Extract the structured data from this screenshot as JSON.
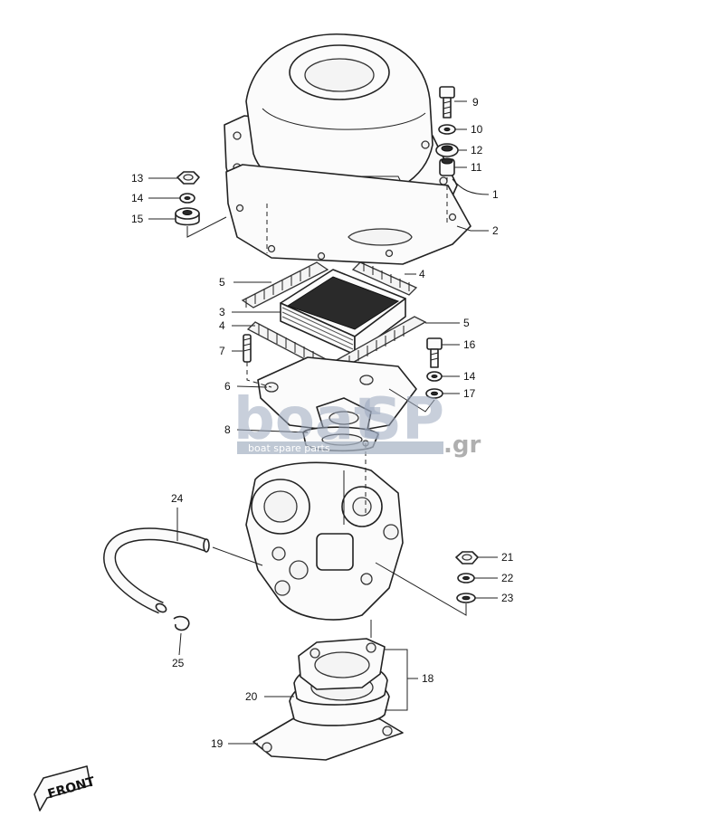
{
  "callouts": [
    {
      "id": "1",
      "label": "1"
    },
    {
      "id": "2",
      "label": "2"
    },
    {
      "id": "3",
      "label": "3"
    },
    {
      "id": "4a",
      "label": "4"
    },
    {
      "id": "4b",
      "label": "4"
    },
    {
      "id": "5a",
      "label": "5"
    },
    {
      "id": "5b",
      "label": "5"
    },
    {
      "id": "6",
      "label": "6"
    },
    {
      "id": "7",
      "label": "7"
    },
    {
      "id": "8",
      "label": "8"
    },
    {
      "id": "9",
      "label": "9"
    },
    {
      "id": "10",
      "label": "10"
    },
    {
      "id": "11",
      "label": "11"
    },
    {
      "id": "12",
      "label": "12"
    },
    {
      "id": "13",
      "label": "13"
    },
    {
      "id": "14a",
      "label": "14"
    },
    {
      "id": "14b",
      "label": "14"
    },
    {
      "id": "15",
      "label": "15"
    },
    {
      "id": "16",
      "label": "16"
    },
    {
      "id": "17",
      "label": "17"
    },
    {
      "id": "18",
      "label": "18"
    },
    {
      "id": "19",
      "label": "19"
    },
    {
      "id": "20",
      "label": "20"
    },
    {
      "id": "21",
      "label": "21"
    },
    {
      "id": "22",
      "label": "22"
    },
    {
      "id": "23",
      "label": "23"
    },
    {
      "id": "24",
      "label": "24"
    },
    {
      "id": "25",
      "label": "25"
    }
  ],
  "watermark": {
    "brand_left": "boat",
    "brand_right": "SP",
    "domain_suffix": ".gr",
    "tagline": "boat spare parts"
  },
  "front_badge": "FRONT"
}
